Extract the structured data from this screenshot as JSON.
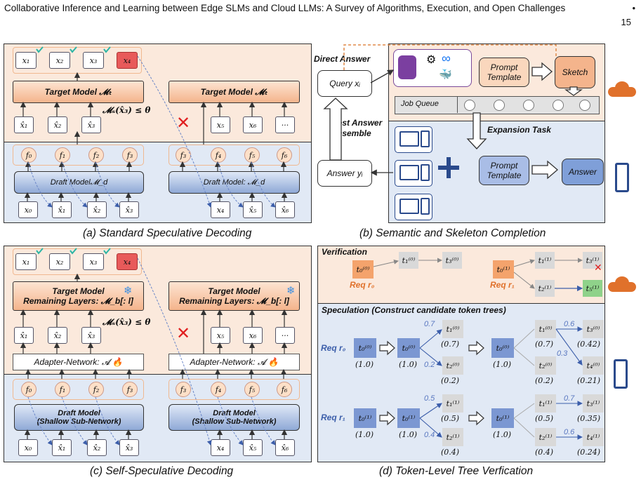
{
  "header": {
    "title": "Collaborative Inference and Learning between Edge SLMs and Cloud LLMs: A Survey of Algorithms, Execution, and Open Challenges",
    "bullet": "•",
    "page": "15"
  },
  "a": {
    "caption": "(a) Standard Speculative Decoding",
    "out_tokens": [
      "x₁",
      "x₂",
      "x₃",
      "x₄"
    ],
    "target_label": "Target Model 𝓜ₜ",
    "condition": "𝓜ₛ(x̂₃) ≤ θ",
    "left_hat": [
      "x̂₁",
      "x̂₂",
      "x̂₃"
    ],
    "right_tokens": [
      "x₅",
      "x₆",
      "···"
    ],
    "left_feats": [
      "f₀",
      "f₁",
      "f₂",
      "f₃"
    ],
    "right_feats": [
      "f₃",
      "f₄",
      "f₅",
      "f₆"
    ],
    "left_draft": "Draft Model𝓜_d",
    "right_draft": "Draft Model: 𝓜_d",
    "left_inputs": [
      "x₀",
      "x̂₁",
      "x̂₂",
      "x̂₃"
    ],
    "right_inputs": [
      "x₄",
      "x̂₅",
      "x̂₆"
    ]
  },
  "b": {
    "caption": "(b) Semantic and Skeleton Completion",
    "direct_answer": "Direct Answer",
    "query": "Query xᵢ",
    "prompt_template": "Prompt Template",
    "sketch": "Sketch",
    "job_queue": "Job Queue",
    "best_answer": "Best Answer Ensemble",
    "expansion": "Expansion Task",
    "answer_yi": "Answer yᵢ",
    "answer": "Answer"
  },
  "c": {
    "caption": "(c) Self-Speculative Decoding",
    "target_line1": "Target Model",
    "target_line2": "Remaining Layers: 𝓜_b[: l]",
    "adapter": "Adapter-Network:  𝓐",
    "draft_line1": "Draft Model",
    "draft_line2": "(Shallow Sub-Network)"
  },
  "d": {
    "caption": "(d) Token-Level Tree Verfication",
    "verification": "Verification",
    "speculation": "Speculation (Construct candidate token trees)",
    "req0": "Req r₀",
    "req1": "Req r₁",
    "t00": "t₀⁽⁰⁾",
    "t10": "t₁⁽⁰⁾",
    "t20": "t₂⁽⁰⁾",
    "t30": "t₃⁽⁰⁾",
    "t40": "t₄⁽⁰⁾",
    "t01": "t₀⁽¹⁾",
    "t11": "t₁⁽¹⁾",
    "t21": "t₂⁽¹⁾",
    "t31": "t₃⁽¹⁾",
    "t41": "t₄⁽¹⁾",
    "t51": "t₅⁽¹⁾",
    "p10": "(1.0)",
    "p07": "(0.7)",
    "p02": "(0.2)",
    "p042": "(0.42)",
    "p021": "(0.21)",
    "p05": "(0.5)",
    "p04": "(0.4)",
    "p035": "(0.35)",
    "p024": "(0.24)",
    "e07": "0.7",
    "e02": "0.2",
    "e06": "0.6",
    "e03": "0.3",
    "e05": "0.5",
    "e04": "0.4"
  },
  "colors": {
    "cloud": "#e0712b",
    "phone": "#2a4a8c",
    "check": "#2bb5a5",
    "cross": "#e02020"
  }
}
